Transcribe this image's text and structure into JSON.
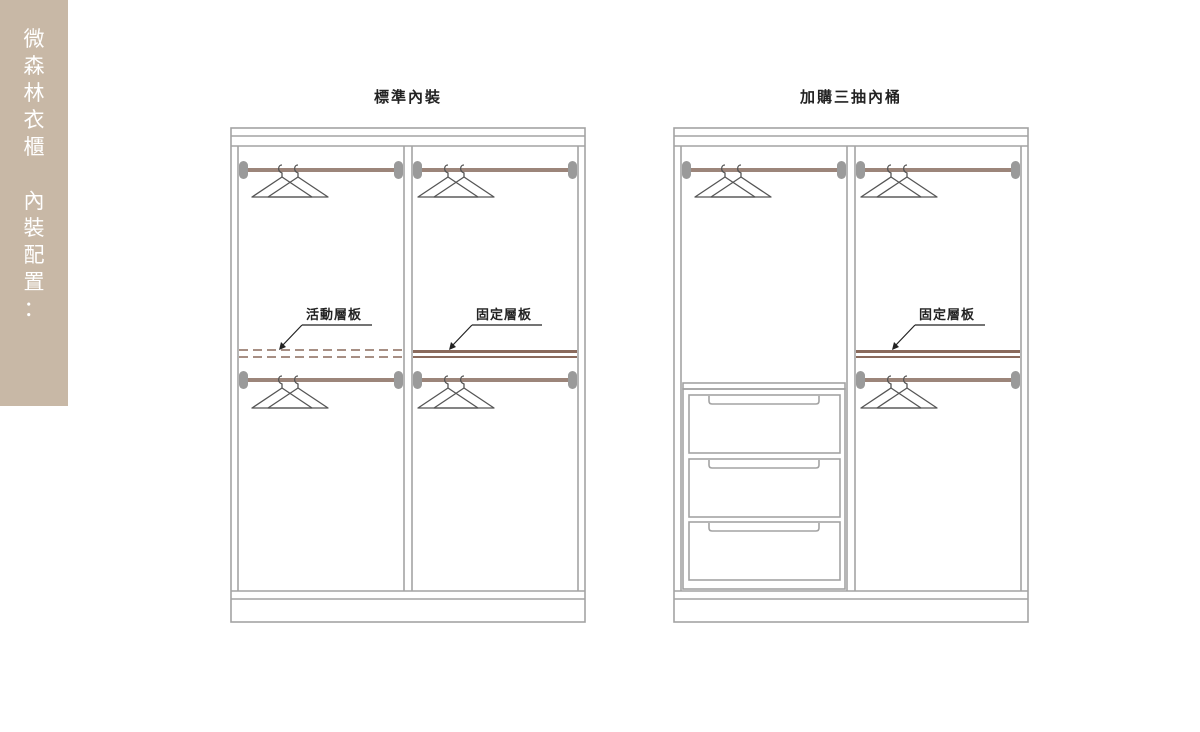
{
  "side_tab": {
    "text": "微\n森\n林\n衣\n櫃\n \n內\n裝\n配\n置\n："
  },
  "left": {
    "title": "標準內裝",
    "labels": {
      "movable_shelf": "活動層板",
      "fixed_shelf": "固定層板"
    }
  },
  "right": {
    "title": "加購三抽內桶",
    "labels": {
      "fixed_shelf": "固定層板"
    }
  },
  "colors": {
    "side_tab": "#c8b8a6",
    "frame": "#a3a3a3",
    "rod": "#9c857a",
    "rod_end": "#9a9a9a",
    "shelf": "#8a6a5c",
    "hanger": "#555555"
  }
}
